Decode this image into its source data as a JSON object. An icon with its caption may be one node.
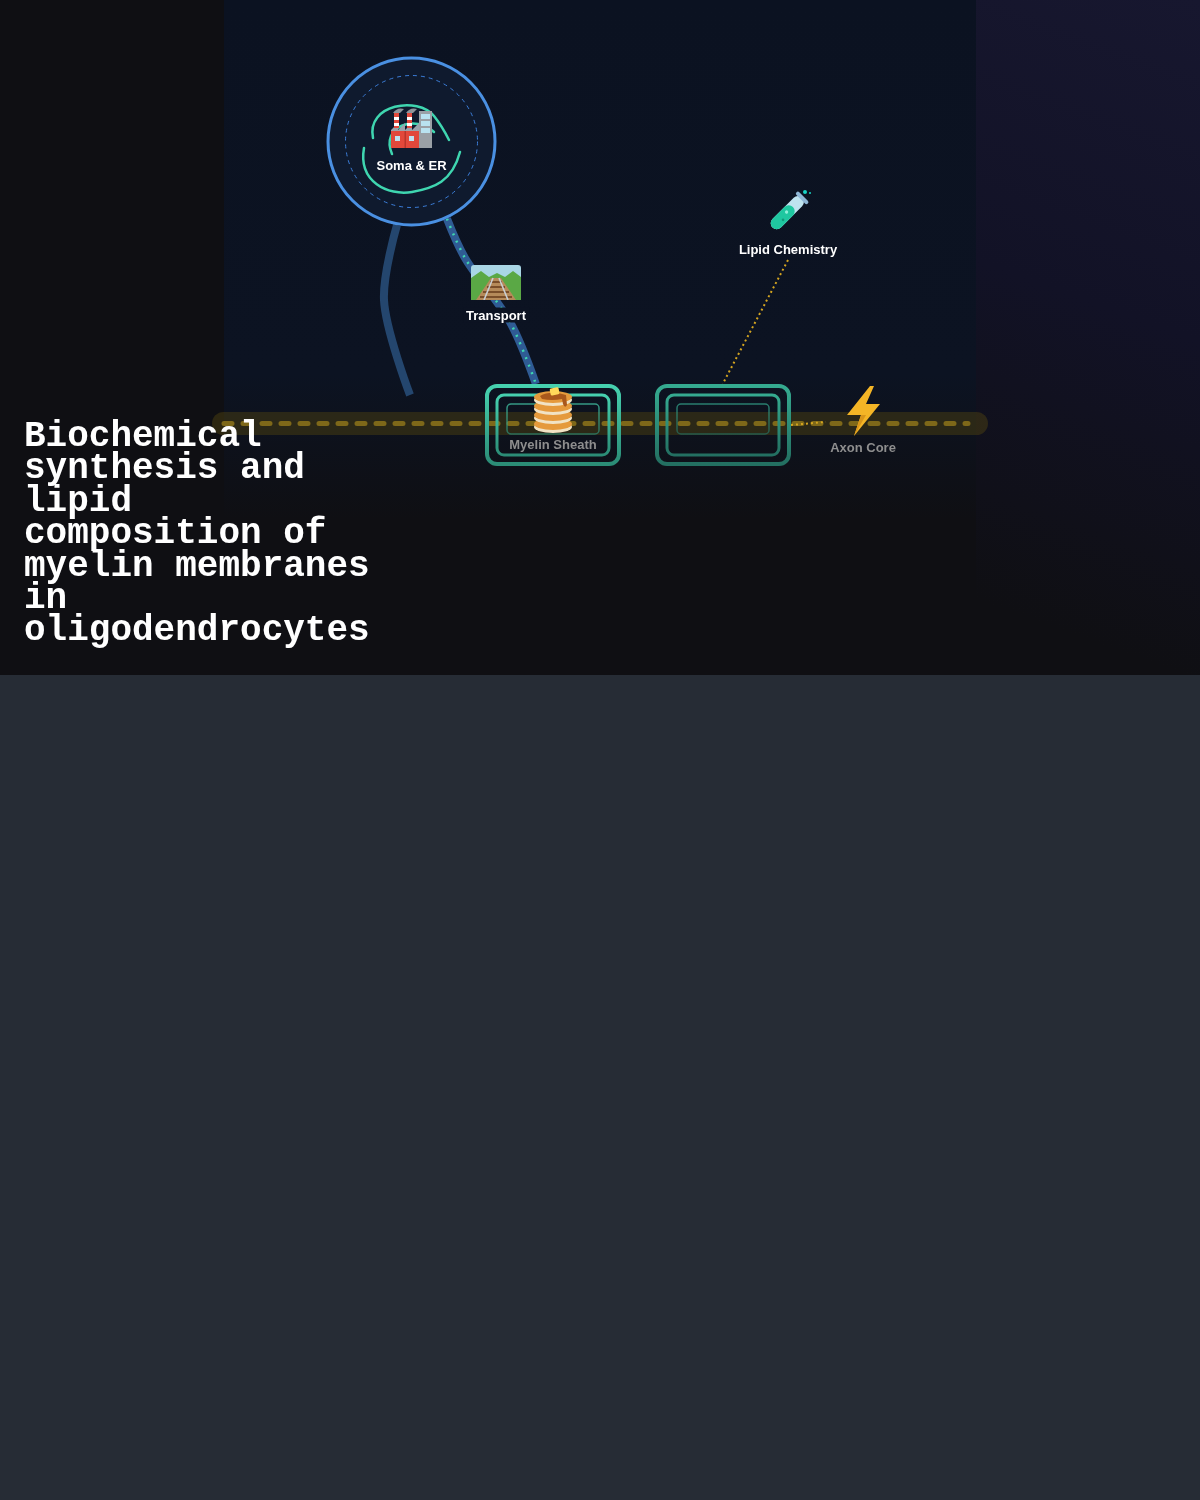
{
  "diagram": {
    "title": "Biochemical synthesis and lipid composition of myelin membranes in oligodendrocytes",
    "nodes": [
      {
        "text": [
          "Soma & ER"
        ]
      },
      {
        "text": [
          "Lipid Chemistry"
        ]
      },
      {
        "text": [
          "Myelin Sheath"
        ]
      },
      {
        "text": [],
        "shape": "box"
      },
      {
        "text": [
          "Axon Core"
        ]
      }
    ],
    "edges": [
      {
        "from": 0,
        "to": 2,
        "arrow": "none",
        "label": "Transport",
        "style": "thick",
        "color": "#2f5b94"
      },
      {
        "from": 0,
        "to": null,
        "arrow": "none",
        "style": "thick",
        "color": "#24466e"
      },
      {
        "from": 1,
        "to": 3,
        "arrow": "none",
        "style": "dashed",
        "color": "#d4a520"
      },
      {
        "from": 3,
        "to": 4,
        "arrow": "none",
        "style": "dashed",
        "color": "#d4a520"
      }
    ]
  }
}
